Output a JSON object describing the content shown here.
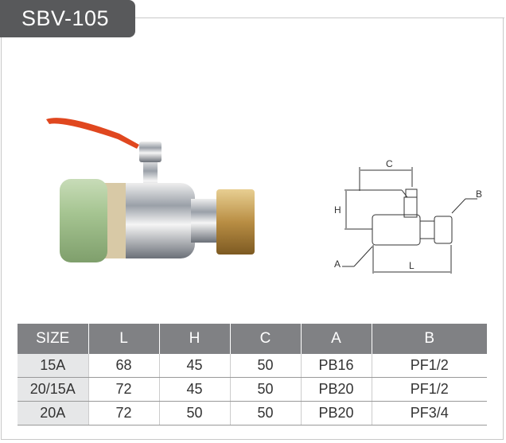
{
  "title": "SBV-105",
  "drawing_labels": {
    "c": "C",
    "h": "H",
    "a": "A",
    "b": "B",
    "l": "L"
  },
  "table": {
    "headers": [
      "SIZE",
      "L",
      "H",
      "C",
      "A",
      "B"
    ],
    "rows": [
      [
        "15A",
        "68",
        "45",
        "50",
        "PB16",
        "PF1/2"
      ],
      [
        "20/15A",
        "72",
        "45",
        "50",
        "PB20",
        "PF1/2"
      ],
      [
        "20A",
        "72",
        "50",
        "50",
        "PB20",
        "PF3/4"
      ]
    ]
  },
  "colors": {
    "header_bg": "#808184",
    "title_bg": "#58595b",
    "size_col_bg": "#e6e7e8"
  }
}
